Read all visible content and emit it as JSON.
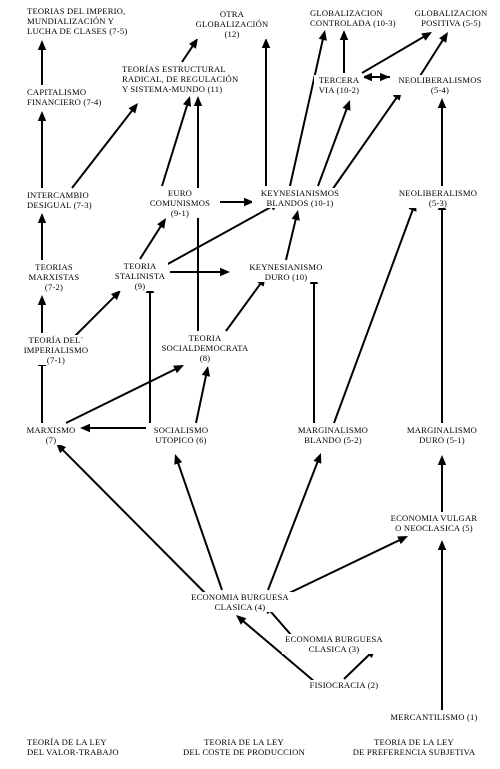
{
  "nodes": {
    "imperio": [
      "TEORIAS DEL IMPERIO,",
      "MUNDIALIZACIÓN Y",
      "LUCHA DE CLASES (7-5)"
    ],
    "otra_glob": [
      "OTRA",
      "GLOBALIZACIÓN",
      "(12)"
    ],
    "glob_controlada": [
      "GLOBALIZACION",
      "CONTROLADA (10-3)"
    ],
    "glob_positiva": [
      "GLOBALIZACION",
      "POSITIVA (5-5)"
    ],
    "estructural": [
      "TEORÍAS ESTRUCTURAL",
      "RADICAL, DE REGULACIÓN",
      "Y SISTEMA-MUNDO  (11)"
    ],
    "cap_financiero": [
      "CAPITALISMO",
      "FINANCIERO (7-4)"
    ],
    "tercera_via": [
      "TERCERA",
      "VIA (10-2)"
    ],
    "neolib_54": [
      "NEOLIBERALISMOS",
      "(5-4)"
    ],
    "intercambio": [
      "INTERCAMBIO",
      "DESIGUAL (7-3)"
    ],
    "euro": [
      "EURO",
      "COMUNISMOS",
      "(9-1)"
    ],
    "keynes_blandos": [
      "KEYNESIANISMOS",
      "BLANDOS (10-1)"
    ],
    "neolib_53": [
      "NEOLIBERALISMO",
      "(5-3)"
    ],
    "marxistas": [
      "TEORIAS",
      "MARXISTAS",
      "(7-2)"
    ],
    "stalinista": [
      "TEORIA",
      "STALINISTA",
      "(9)"
    ],
    "keynes_duro": [
      "KEYNESIANISMO",
      "DURO (10)"
    ],
    "imperialismo": [
      "TEORÍA  DEL´",
      "IMPERIALISMO",
      "(7-1)"
    ],
    "socialdemocrata": [
      "TEORIA",
      "SOCIALDEMOCRATA",
      "(8)"
    ],
    "marxismo": [
      "MARXISMO",
      "(7)"
    ],
    "socialismo": [
      "SOCIALISMO",
      "UTOPICO (6)"
    ],
    "marg_blando": [
      "MARGINALISMO",
      "BLANDO  (5-2)"
    ],
    "marg_duro": [
      "MARGINALISMO",
      "DURO  (5-1)"
    ],
    "vulgar": [
      "ECONOMIA VULGAR",
      "O  NEOCLASICA (5)"
    ],
    "burguesa4": [
      "ECONOMIA BURGUESA",
      "CLASICA (4)"
    ],
    "burguesa3": [
      "ECONOMIA BURGUESA",
      "CLASICA (3)"
    ],
    "fisiocracia": [
      "FISIOCRACIA (2)"
    ],
    "mercantilismo": [
      "MERCANTILISMO (1)"
    ]
  },
  "footer": {
    "valor_trabajo": [
      "TEORÍA DE LA LEY",
      "DEL VALOR-TRABAJO"
    ],
    "coste_produccion": [
      "TEORIA DE LA  LEY",
      "DEL COSTE DE PRODUCCION"
    ],
    "preferencia_subjetiva": [
      "TEORIA DE LA LEY",
      "DE  PREFERENCIA SUBJETIVA"
    ]
  },
  "edges": [
    [
      "fisiocracia",
      "burguesa4"
    ],
    [
      "burguesa3",
      "burguesa4"
    ],
    [
      "fisiocracia",
      "burguesa3"
    ],
    [
      "mercantilismo",
      "vulgar"
    ],
    [
      "burguesa4",
      "marxismo"
    ],
    [
      "burguesa4",
      "socialismo"
    ],
    [
      "burguesa4",
      "marg_blando"
    ],
    [
      "burguesa4",
      "vulgar"
    ],
    [
      "vulgar",
      "marg_duro"
    ],
    [
      "marg_duro",
      "neolib_53"
    ],
    [
      "marg_blando",
      "keynes_duro"
    ],
    [
      "marg_blando",
      "neolib_53"
    ],
    [
      "socialismo",
      "marxismo"
    ],
    [
      "socialismo",
      "stalinista"
    ],
    [
      "socialismo",
      "socialdemocrata"
    ],
    [
      "marxismo",
      "socialdemocrata"
    ],
    [
      "marxismo",
      "imperialismo"
    ],
    [
      "imperialismo",
      "marxistas"
    ],
    [
      "imperialismo",
      "stalinista"
    ],
    [
      "marxistas",
      "intercambio"
    ],
    [
      "intercambio",
      "cap_financiero"
    ],
    [
      "intercambio",
      "estructural"
    ],
    [
      "cap_financiero",
      "imperio"
    ],
    [
      "stalinista",
      "euro"
    ],
    [
      "stalinista",
      "keynes_duro"
    ],
    [
      "stalinista",
      "keynes_blandos"
    ],
    [
      "socialdemocrata",
      "keynes_duro"
    ],
    [
      "socialdemocrata",
      "estructural"
    ],
    [
      "euro",
      "estructural"
    ],
    [
      "euro",
      "keynes_blandos"
    ],
    [
      "estructural",
      "otra_glob"
    ],
    [
      "keynes_duro",
      "keynes_blandos"
    ],
    [
      "keynes_blandos",
      "otra_glob"
    ],
    [
      "keynes_blandos",
      "glob_controlada"
    ],
    [
      "keynes_blandos",
      "tercera_via"
    ],
    [
      "keynes_blandos",
      "neolib_54"
    ],
    [
      "neolib_53",
      "neolib_54"
    ],
    [
      "neolib_54",
      "glob_positiva"
    ],
    [
      "neolib_54",
      "tercera_via"
    ],
    [
      "tercera_via",
      "neolib_54"
    ],
    [
      "tercera_via",
      "glob_controlada"
    ],
    [
      "tercera_via",
      "glob_positiva"
    ]
  ]
}
